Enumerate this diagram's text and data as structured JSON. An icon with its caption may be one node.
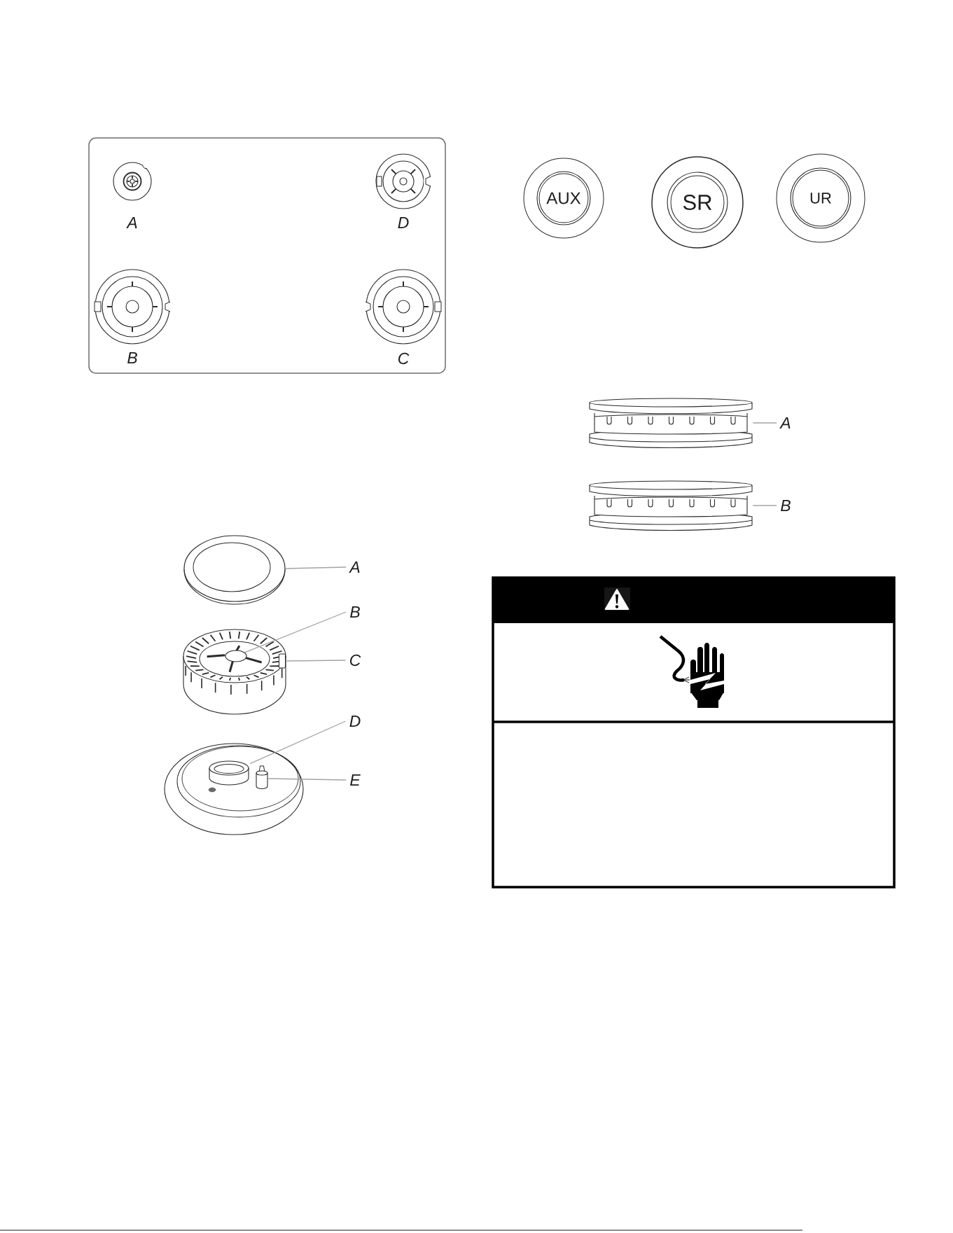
{
  "diagram": {
    "nodes": [
      {
        "text": [],
        "shape": "box"
      },
      {
        "text": [],
        "shape": "picture",
        "in": 0,
        "beside": [
          "A"
        ]
      },
      {
        "text": [],
        "shape": "picture",
        "in": 0,
        "beside": [
          "D"
        ]
      },
      {
        "text": [],
        "shape": "picture",
        "in": 0,
        "beside": [
          "B"
        ]
      },
      {
        "text": [],
        "shape": "picture",
        "in": 0,
        "beside": [
          "C"
        ]
      },
      {
        "text": [
          "AUX"
        ]
      },
      {
        "text": [
          "SR"
        ]
      },
      {
        "text": [
          "UR"
        ]
      },
      {
        "text": [],
        "shape": "picture"
      },
      {
        "text": [
          "A"
        ]
      },
      {
        "text": [],
        "shape": "picture"
      },
      {
        "text": [
          "B"
        ]
      },
      {
        "text": [],
        "shape": "picture"
      },
      {
        "text": [
          "A"
        ]
      },
      {
        "text": [],
        "shape": "circle"
      },
      {
        "text": [
          "B"
        ]
      },
      {
        "text": [],
        "shape": "box"
      },
      {
        "text": [
          "C"
        ]
      },
      {
        "text": [],
        "shape": "cylinder"
      },
      {
        "text": [
          "D"
        ]
      },
      {
        "text": [],
        "shape": "picture"
      },
      {
        "text": [
          "E"
        ]
      }
    ],
    "edges": [
      {
        "from": 9,
        "to": 8,
        "arrow": "none"
      },
      {
        "from": 11,
        "to": 10,
        "arrow": "none"
      },
      {
        "from": 13,
        "to": 12,
        "arrow": "none"
      },
      {
        "from": 15,
        "to": 14,
        "arrow": "none"
      },
      {
        "from": 17,
        "to": 16,
        "arrow": "none"
      },
      {
        "from": 19,
        "to": 18,
        "arrow": "none"
      },
      {
        "from": 21,
        "to": 20,
        "arrow": "none"
      }
    ]
  }
}
